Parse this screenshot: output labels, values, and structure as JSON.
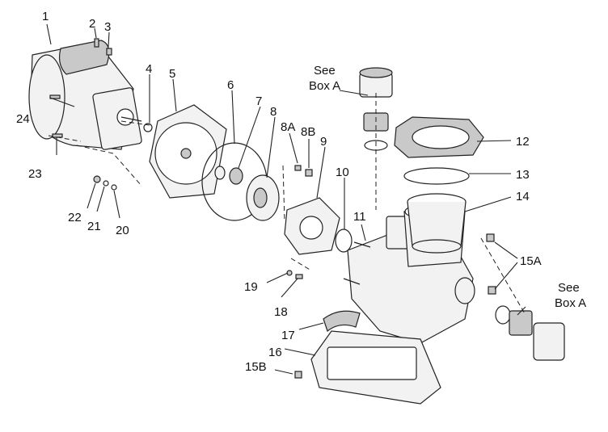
{
  "labels": {
    "p1": "1",
    "p2": "2",
    "p3": "3",
    "p4": "4",
    "p5": "5",
    "p6": "6",
    "p7": "7",
    "p8": "8",
    "p8a": "8A",
    "p8b": "8B",
    "p9": "9",
    "p10": "10",
    "p11": "11",
    "p12": "12",
    "p13": "13",
    "p14": "14",
    "p15a": "15A",
    "p15b": "15B",
    "p16": "16",
    "p17": "17",
    "p18": "18",
    "p19": "19",
    "p20": "20",
    "p21": "21",
    "p22": "22",
    "p23": "23",
    "p24": "24"
  },
  "callouts": {
    "see_top_line1": "See",
    "see_top_line2": "Box A",
    "see_right_line1": "See",
    "see_right_line2": "Box A"
  }
}
